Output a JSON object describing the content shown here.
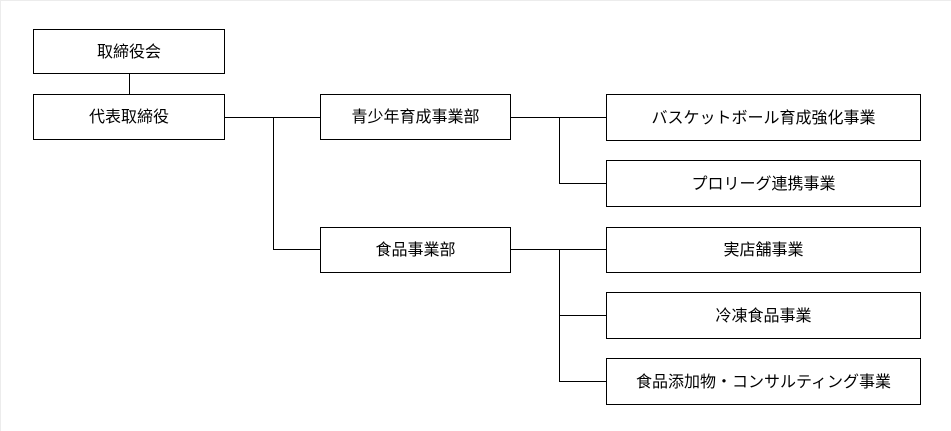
{
  "org_chart": {
    "colors": {
      "background": "#ffffff",
      "box_fill": "#ffffff",
      "box_border": "#000000",
      "connector": "#000000",
      "text": "#000000"
    },
    "nodes": {
      "board": {
        "label": "取締役会"
      },
      "ceo": {
        "label": "代表取締役"
      },
      "youth_division": {
        "label": "青少年育成事業部"
      },
      "basketball_program": {
        "label": "バスケットボール育成強化事業"
      },
      "pro_league_program": {
        "label": "プロリーグ連携事業"
      },
      "food_division": {
        "label": "食品事業部"
      },
      "retail_store_business": {
        "label": "実店舗事業"
      },
      "frozen_food_business": {
        "label": "冷凍食品事業"
      },
      "additives_consulting_business": {
        "label": "食品添加物・コンサルティング事業"
      }
    },
    "edges": [
      {
        "from": "取締役会",
        "to": "代表取締役"
      },
      {
        "from": "代表取締役",
        "to": "青少年育成事業部"
      },
      {
        "from": "代表取締役",
        "to": "食品事業部"
      },
      {
        "from": "青少年育成事業部",
        "to": "バスケットボール育成強化事業"
      },
      {
        "from": "青少年育成事業部",
        "to": "プロリーグ連携事業"
      },
      {
        "from": "食品事業部",
        "to": "実店舗事業"
      },
      {
        "from": "食品事業部",
        "to": "冷凍食品事業"
      },
      {
        "from": "食品事業部",
        "to": "食品添加物・コンサルティング事業"
      }
    ]
  }
}
